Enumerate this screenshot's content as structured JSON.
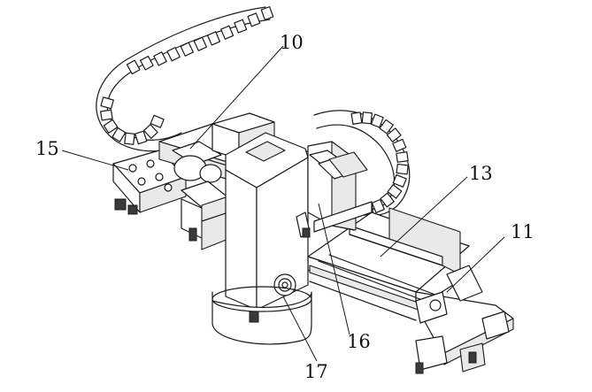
{
  "labels": {
    "l10": "10",
    "l11": "11",
    "l13": "13",
    "l15": "15",
    "l16": "16",
    "l17": "17"
  }
}
